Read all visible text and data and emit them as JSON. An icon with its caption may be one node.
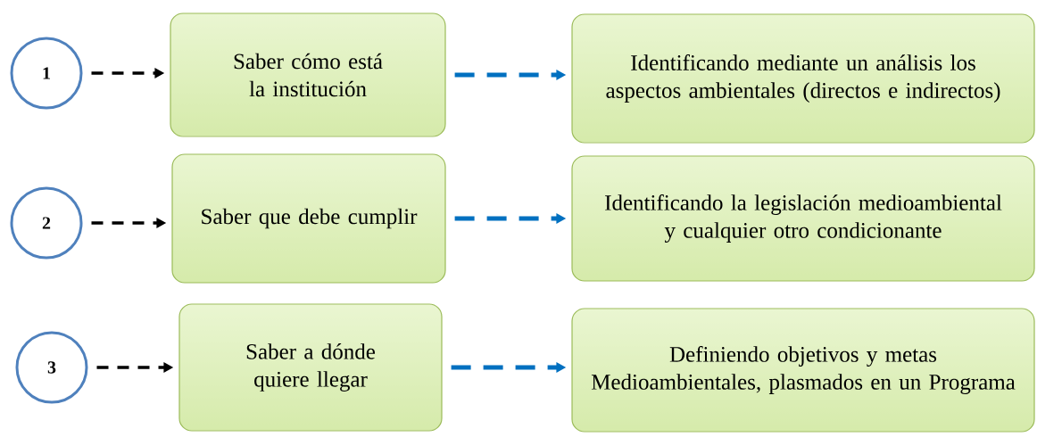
{
  "diagram": {
    "nodes": [
      {
        "text": [
          "1"
        ]
      },
      {
        "text": [
          "Saber cómo está la institución"
        ]
      },
      {
        "text": [
          "Identificando mediante un análisis los aspectos ambientales (directos e indirectos)"
        ]
      },
      {
        "text": [
          "2"
        ]
      },
      {
        "text": [
          "Saber que debe cumplir"
        ]
      },
      {
        "text": [
          "Identificando la legislación medioambiental y cualquier otro condicionante"
        ]
      },
      {
        "text": [
          "3"
        ]
      },
      {
        "text": [
          "Saber a dónde quiere llegar"
        ]
      },
      {
        "text": [
          "Definiendo objetivos y metas Medioambientales, plasmados en un Programa"
        ]
      }
    ],
    "edges": [
      {
        "from": 0,
        "to": 1,
        "arrow": "to",
        "style": "dashed"
      },
      {
        "from": 1,
        "to": 2,
        "arrow": "to",
        "style": "dashed",
        "color": "#0070c0"
      },
      {
        "from": 3,
        "to": 4,
        "arrow": "to",
        "style": "dashed"
      },
      {
        "from": 4,
        "to": 5,
        "arrow": "to",
        "style": "dashed",
        "color": "#0070c0"
      },
      {
        "from": 6,
        "to": 7,
        "arrow": "to",
        "style": "dashed"
      },
      {
        "from": 7,
        "to": 8,
        "arrow": "to",
        "style": "dashed",
        "color": "#0070c0"
      }
    ]
  }
}
